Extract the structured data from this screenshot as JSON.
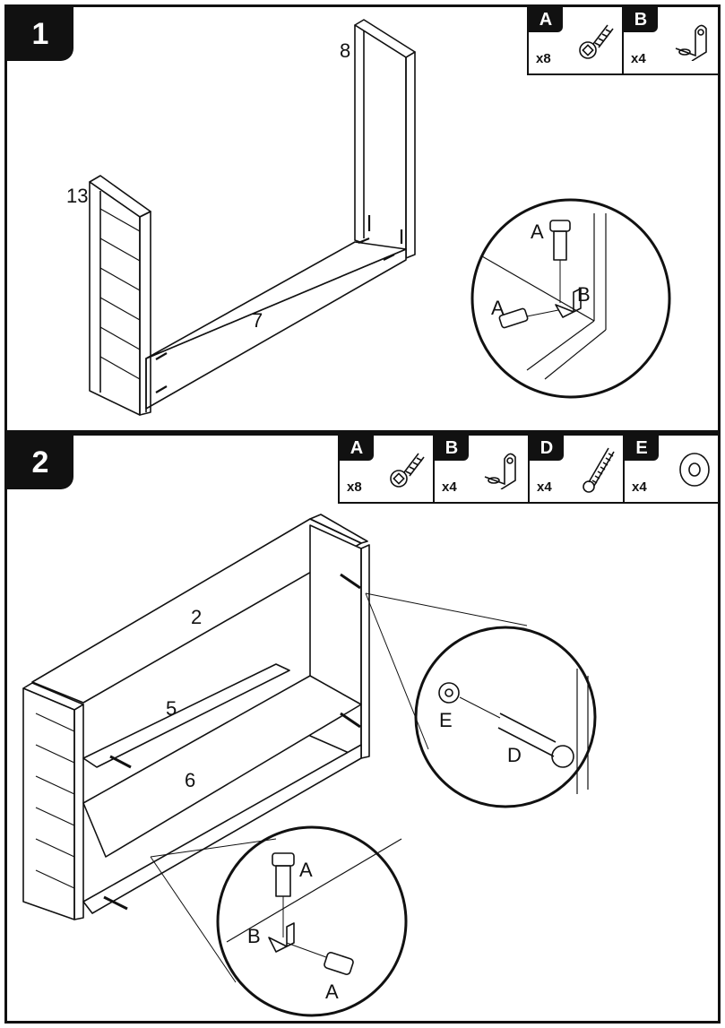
{
  "steps": [
    {
      "number": "1",
      "hardware": [
        {
          "letter": "A",
          "qty": "x8",
          "icon": "cam-screw-icon"
        },
        {
          "letter": "B",
          "qty": "x4",
          "icon": "l-bracket-icon"
        }
      ],
      "part_labels": {
        "side_right": "8",
        "side_left": "13",
        "bottom": "7"
      },
      "detail_labels": {
        "screw_top": "A",
        "screw_side": "A",
        "bracket": "B"
      }
    },
    {
      "number": "2",
      "hardware": [
        {
          "letter": "A",
          "qty": "x8",
          "icon": "cam-screw-icon"
        },
        {
          "letter": "B",
          "qty": "x4",
          "icon": "l-bracket-icon"
        },
        {
          "letter": "D",
          "qty": "x4",
          "icon": "long-screw-icon"
        },
        {
          "letter": "E",
          "qty": "x4",
          "icon": "washer-icon"
        }
      ],
      "part_labels": {
        "top": "2",
        "shelf": "5",
        "lower_panel": "6"
      },
      "detail_labels": {
        "washer": "E",
        "long_screw": "D",
        "screw_top": "A",
        "bracket": "B",
        "screw_side": "A"
      }
    }
  ]
}
